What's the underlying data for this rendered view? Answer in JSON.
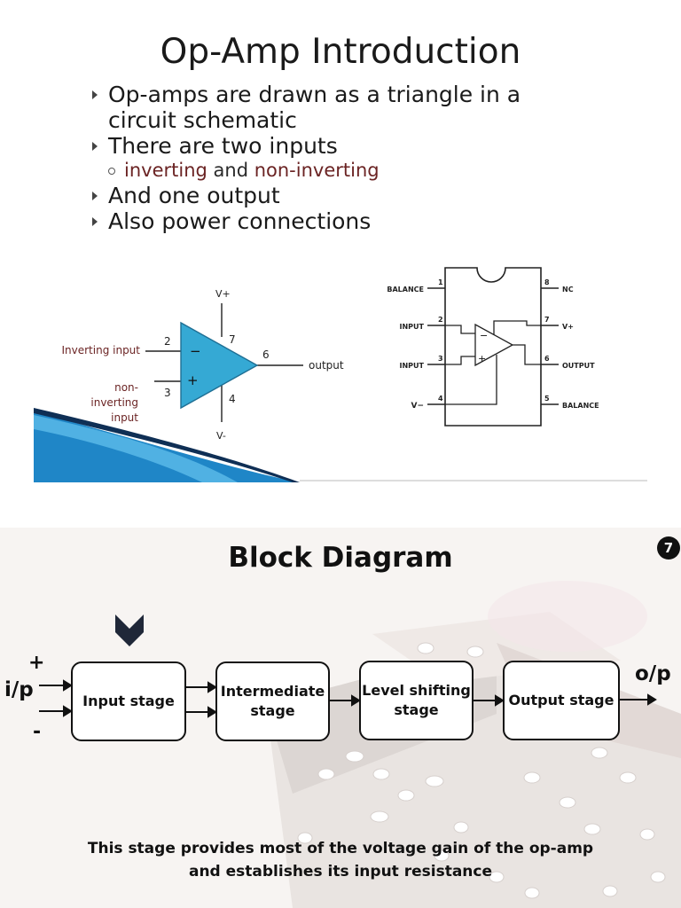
{
  "slide1": {
    "title": "Op-Amp Introduction",
    "bullets": [
      "Op-amps  are drawn as a triangle in a circuit schematic",
      "There are two inputs",
      "And one output",
      "Also power connections"
    ],
    "sub_bullet": {
      "part1": "inverting",
      "part2": " and ",
      "part3": "non-inverting"
    },
    "opamp_symbol": {
      "v_plus": "V+",
      "v_minus": "V-",
      "inverting_input": "Inverting input",
      "noninverting_line1": "non-",
      "noninverting_line2": "inverting",
      "noninverting_line3": "input",
      "output": "output",
      "minus_sign": "−",
      "plus_sign": "+",
      "pin2": "2",
      "pin3": "3",
      "pin4": "4",
      "pin6": "6",
      "pin7": "7"
    },
    "ic_pinout": {
      "balance_left": "BALANCE",
      "input1": "INPUT",
      "input2": "INPUT",
      "v_minus": "V−",
      "nc": "NC",
      "v_plus": "V+",
      "output": "OUTPUT",
      "balance_right": "BALANCE",
      "pin1": "1",
      "pin2": "2",
      "pin3": "3",
      "pin4": "4",
      "pin5": "5",
      "pin6": "6",
      "pin7": "7",
      "pin8": "8",
      "minus_sign": "−",
      "plus_sign": "+"
    }
  },
  "slide2": {
    "title": "Block Diagram",
    "page_number": "7",
    "input_label": "i/p",
    "output_label": "o/p",
    "plus": "+",
    "minus": "-",
    "blocks": {
      "input": "Input stage",
      "intermediate_line1": "Intermediate",
      "intermediate_line2": "stage",
      "level_line1": "Level shifting",
      "level_line2": "stage",
      "output": "Output stage"
    },
    "caption_line1": "This stage provides most of the voltage gain of the op-amp",
    "caption_line2": "and establishes its input resistance"
  },
  "colors": {
    "triangle_fill": "#35a9d4",
    "maroon_text": "#6b2424",
    "background": "#ffffff"
  }
}
